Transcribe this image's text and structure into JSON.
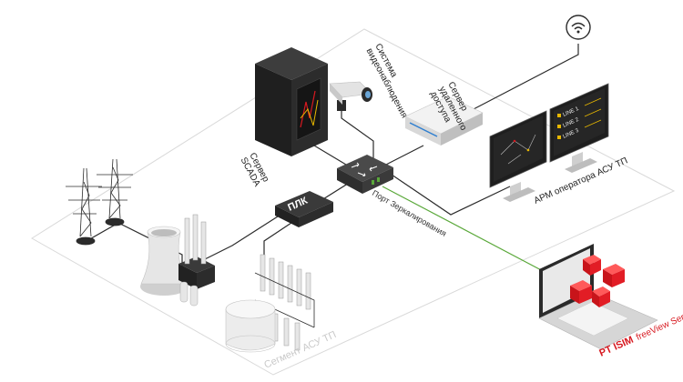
{
  "labels": {
    "scada_server": [
      "Сервер",
      "SCADA"
    ],
    "video_system": [
      "Система",
      "видеонаблюдения"
    ],
    "remote_server": [
      "Сервер",
      "удаленного",
      "доступа"
    ],
    "operator_ws": "АРМ оператора АСУ ТП",
    "plc": "ПЛК",
    "mirror_port": "Порт Зеркалирования",
    "segment": "Сегмент АСУ ТП",
    "product_name": "PT ISIM",
    "product_sub": "freeView Sensor",
    "monitor_lines": [
      "LINE 1",
      "LINE 2",
      "LINE 3"
    ]
  },
  "colors": {
    "accent": "#d71920",
    "mirror_link": "#5aa83a",
    "line": "#2b2b2b",
    "boundary": "#d9d9d9"
  },
  "icons": [
    "server-rack-icon",
    "cctv-camera-icon",
    "remote-server-icon",
    "network-switch-icon",
    "plc-icon",
    "wifi-icon",
    "monitor-icon",
    "power-tower-icon",
    "cooling-tower-icon",
    "transformer-icon",
    "tank-icon",
    "laptop-icon"
  ]
}
